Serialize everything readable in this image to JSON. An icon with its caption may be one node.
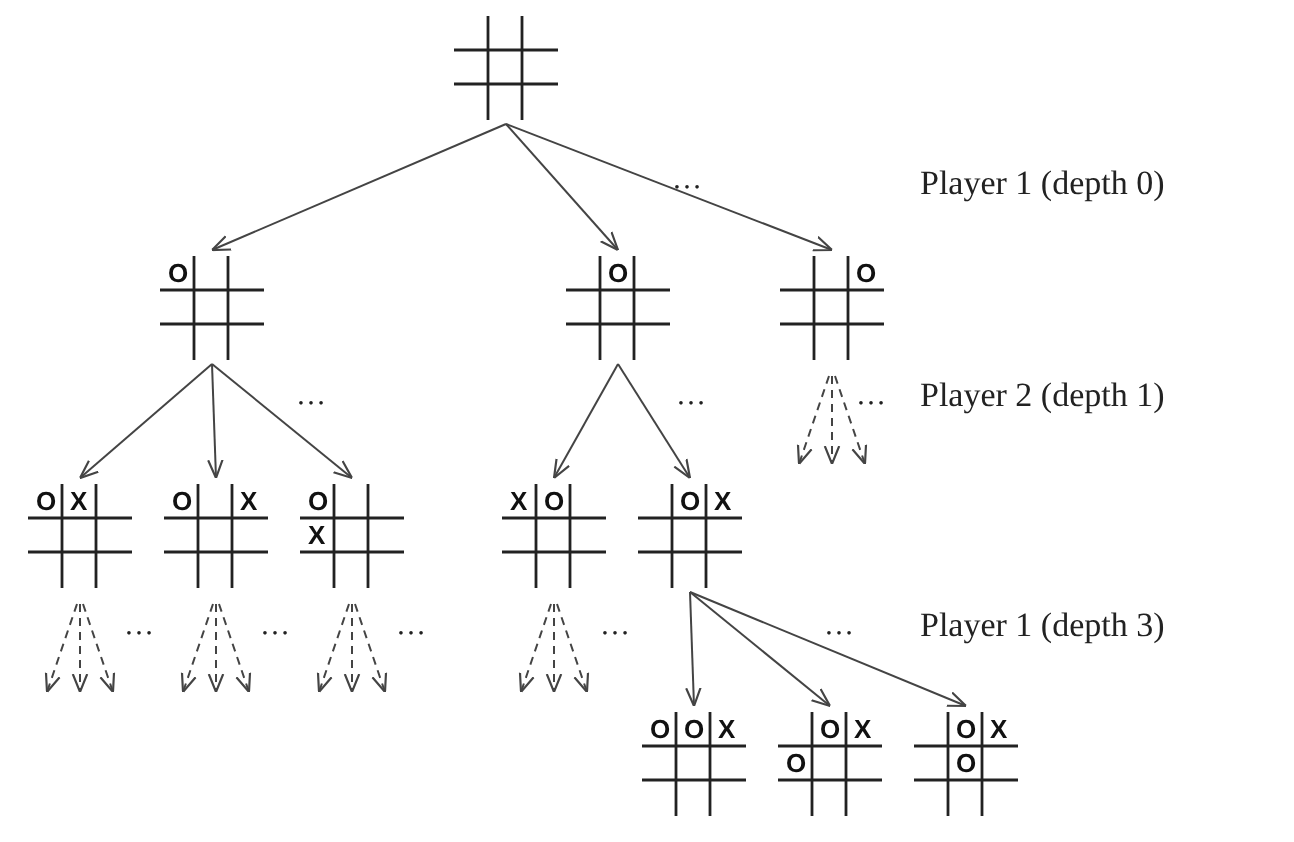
{
  "diagram": {
    "nodes": [
      {
        "text": [],
        "shape": "grid"
      },
      {
        "text": [
          "O"
        ]
      },
      {
        "text": [
          "O"
        ]
      },
      {
        "text": [
          "O"
        ]
      },
      {
        "text": [
          "O",
          "X"
        ]
      },
      {
        "text": [
          "O",
          "X"
        ]
      },
      {
        "text": [
          "O",
          "X"
        ]
      },
      {
        "text": [
          "X",
          "O"
        ]
      },
      {
        "text": [
          "O",
          "X"
        ]
      },
      {
        "text": [
          "O",
          "O",
          "X"
        ]
      },
      {
        "text": [
          "O",
          "X",
          "O"
        ]
      },
      {
        "text": [
          "O",
          "X",
          "O"
        ]
      }
    ],
    "edges": [
      {
        "from": 0,
        "to": 1,
        "arrow": "to"
      },
      {
        "from": 0,
        "to": 2,
        "arrow": "to"
      },
      {
        "from": 0,
        "to": 3,
        "arrow": "to"
      },
      {
        "from": 1,
        "to": 4,
        "arrow": "to"
      },
      {
        "from": 1,
        "to": 5,
        "arrow": "to"
      },
      {
        "from": 1,
        "to": 6,
        "arrow": "to"
      },
      {
        "from": 2,
        "to": 7,
        "arrow": "to"
      },
      {
        "from": 2,
        "to": 8,
        "arrow": "to"
      },
      {
        "from": 3,
        "to": null,
        "arrow": "to",
        "style": "dashed"
      },
      {
        "from": 3,
        "to": null,
        "arrow": "to",
        "style": "dashed"
      },
      {
        "from": 3,
        "to": null,
        "arrow": "to",
        "style": "dashed"
      },
      {
        "from": 4,
        "to": null,
        "arrow": "to",
        "style": "dashed"
      },
      {
        "from": 4,
        "to": null,
        "arrow": "to",
        "style": "dashed"
      },
      {
        "from": 4,
        "to": null,
        "arrow": "to",
        "style": "dashed"
      },
      {
        "from": 5,
        "to": null,
        "arrow": "to",
        "style": "dashed"
      },
      {
        "from": 5,
        "to": null,
        "arrow": "to",
        "style": "dashed"
      },
      {
        "from": 5,
        "to": null,
        "arrow": "to",
        "style": "dashed"
      },
      {
        "from": 6,
        "to": null,
        "arrow": "to",
        "style": "dashed"
      },
      {
        "from": 6,
        "to": null,
        "arrow": "to",
        "style": "dashed"
      },
      {
        "from": 6,
        "to": null,
        "arrow": "to",
        "style": "dashed"
      },
      {
        "from": 7,
        "to": null,
        "arrow": "to",
        "style": "dashed"
      },
      {
        "from": 7,
        "to": null,
        "arrow": "to",
        "style": "dashed"
      },
      {
        "from": 7,
        "to": null,
        "arrow": "to",
        "style": "dashed"
      },
      {
        "from": 8,
        "to": 9,
        "arrow": "to"
      },
      {
        "from": 8,
        "to": 10,
        "arrow": "to"
      },
      {
        "from": 8,
        "to": 11,
        "arrow": "to"
      }
    ],
    "labels": [
      "…",
      "Player 1 (depth 0)",
      "…",
      "…",
      "…",
      "Player 2 (depth 1)",
      "…",
      "…",
      "…",
      "…",
      "…",
      "Player 1 (depth 3)"
    ]
  }
}
